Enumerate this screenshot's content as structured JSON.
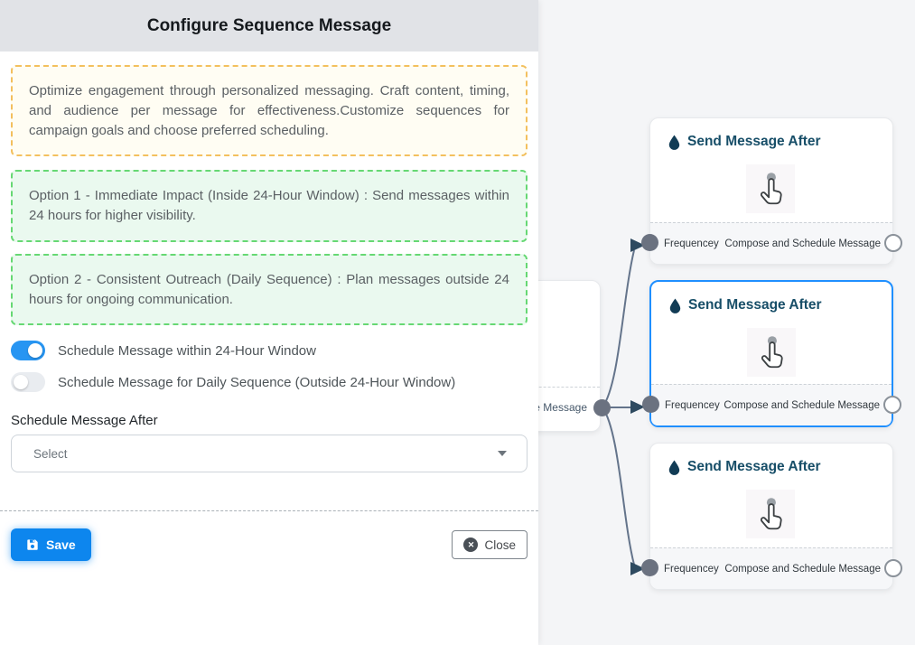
{
  "panel": {
    "title": "Configure Sequence Message",
    "info_box": "Optimize engagement through personalized messaging. Craft content, timing, and audience per message for effectiveness.Customize sequences for campaign goals and choose preferred scheduling.",
    "option1": "Option 1 - Immediate Impact (Inside 24-Hour Window) : Send messages within 24 hours for higher visibility.",
    "option2": "Option 2 - Consistent Outreach (Daily Sequence) : Plan messages outside 24 hours for ongoing communication.",
    "toggles": [
      {
        "label": "Schedule Message within 24-Hour Window",
        "state": "on"
      },
      {
        "label": "Schedule Message for Daily Sequence (Outside 24-Hour Window)",
        "state": "off"
      }
    ],
    "schedule_after": {
      "label": "Schedule Message After",
      "value": "Select",
      "expanded": false
    },
    "buttons": {
      "save": "Save",
      "close": "Close"
    }
  },
  "canvas": {
    "partial_node": {
      "footer_text": "ce Message"
    },
    "nodes": [
      {
        "title": "Send Message After",
        "left_label": "Frequencey",
        "right_label": "Compose and Schedule Message",
        "selected": false
      },
      {
        "title": "Send Message After",
        "left_label": "Frequencey",
        "right_label": "Compose and Schedule Message",
        "selected": true
      },
      {
        "title": "Send Message After",
        "left_label": "Frequencey",
        "right_label": "Compose and Schedule Message",
        "selected": false
      }
    ]
  },
  "icons": {
    "save": "floppy-disk-icon",
    "close": "circle-x-icon",
    "node_title": "water-drop-icon",
    "node_body": "hand-pointer-icon",
    "select": "chevron-down-icon"
  },
  "colors": {
    "header_bg": "#e1e3e7",
    "accent_blue": "#0d86ee",
    "toggle_on": "#2795f2",
    "selected_node_border": "#1f8fff",
    "info_border": "#f3c05e",
    "info_bg": "#fffdf3",
    "option_border": "#66d873",
    "option_bg": "#eaf9ef",
    "edge": "#64748b",
    "arrow": "#2e4a60",
    "node_title_text": "#174e68",
    "canvas_bg": "#f4f5f7"
  }
}
